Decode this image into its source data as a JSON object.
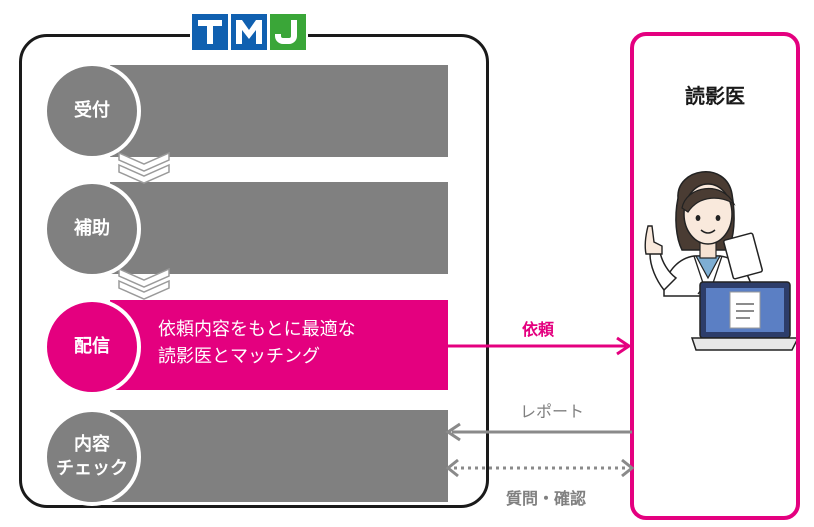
{
  "logo": {
    "text": "TMJ",
    "colors": {
      "t": "#1060b0",
      "m": "#1060b0",
      "j": "#3aa638"
    }
  },
  "steps": [
    {
      "id": "accept",
      "label": "受付",
      "description": ""
    },
    {
      "id": "assist",
      "label": "補助",
      "description": ""
    },
    {
      "id": "deliver",
      "label": "配信",
      "description_lines": [
        "依頼内容をもとに最適な",
        "読影医とマッチング"
      ]
    },
    {
      "id": "check",
      "label_lines": [
        "内容",
        "チェック"
      ],
      "description": ""
    }
  ],
  "radiologist": {
    "title": "読影医"
  },
  "flows": {
    "request": "依頼",
    "report": "レポート",
    "query": "質問・確認"
  },
  "colors": {
    "accent": "#e4007f",
    "gray": "#808080",
    "frame": "#1a1a1a"
  }
}
